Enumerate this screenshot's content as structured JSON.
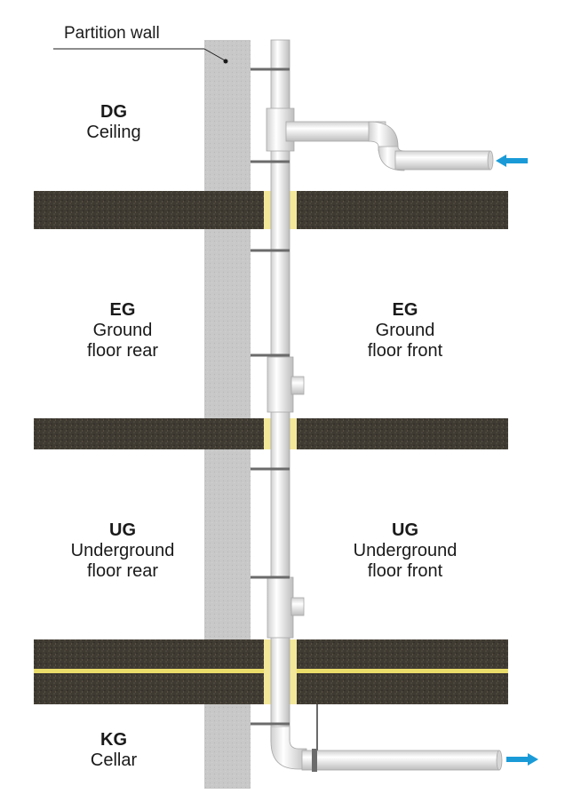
{
  "callout": {
    "text": "Partition wall"
  },
  "levels": {
    "dg": {
      "code": "DG",
      "lines": [
        "Ceiling"
      ]
    },
    "eg_rear": {
      "code": "EG",
      "lines": [
        "Ground",
        "floor rear"
      ]
    },
    "eg_front": {
      "code": "EG",
      "lines": [
        "Ground",
        "floor front"
      ]
    },
    "ug_rear": {
      "code": "UG",
      "lines": [
        "Underground",
        "floor rear"
      ]
    },
    "ug_front": {
      "code": "UG",
      "lines": [
        "Underground",
        "floor front"
      ]
    },
    "kg": {
      "code": "KG",
      "lines": [
        "Cellar"
      ]
    }
  },
  "colors": {
    "slab": "#3f3a32",
    "wall": "#c9c9c9",
    "pipe": "#eeeeee",
    "insulation": "#f3e79a",
    "arrow": "#1a9bd8",
    "clamp": "#6b6b6b"
  },
  "arrows": {
    "inlet": "arrow-left-icon",
    "outlet": "arrow-right-icon"
  }
}
